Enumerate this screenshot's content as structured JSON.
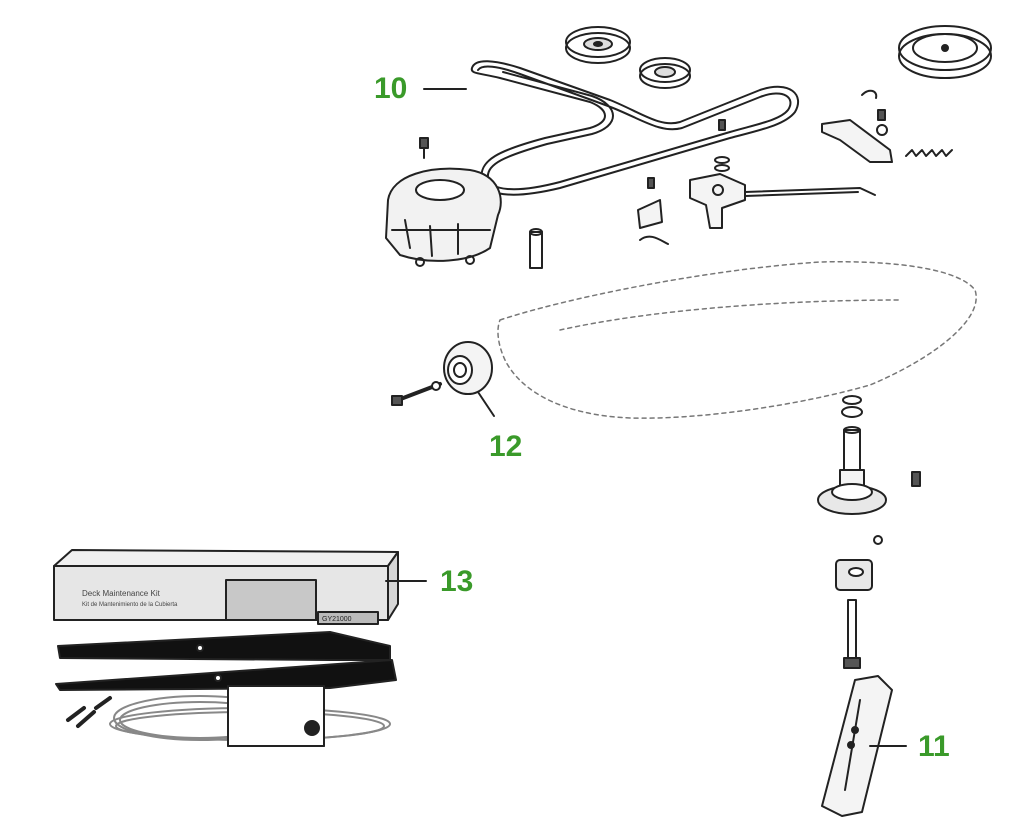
{
  "diagram": {
    "accent_color": "#3a9a2a",
    "line_color": "#222222",
    "callouts": [
      {
        "id": "10",
        "label": "10",
        "part": "belt"
      },
      {
        "id": "11",
        "label": "11",
        "part": "blade"
      },
      {
        "id": "12",
        "label": "12",
        "part": "idler-pulley"
      },
      {
        "id": "13",
        "label": "13",
        "part": "deck-maintenance-kit"
      }
    ],
    "kit": {
      "box_title": "Deck Maintenance Kit",
      "box_subtitle": "Kit de Mantenimiento de la Cubierta",
      "part_number": "GY21000"
    }
  }
}
